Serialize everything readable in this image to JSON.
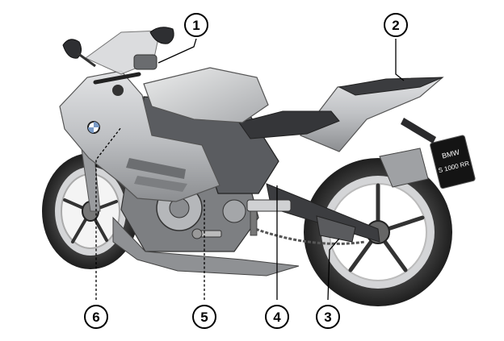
{
  "plate": {
    "line1": "BMW",
    "line2": "S 1000 RR"
  },
  "callouts": [
    {
      "label": "1",
      "ref": "left-handlebar-controls"
    },
    {
      "label": "2",
      "ref": "rear-seat"
    },
    {
      "label": "3",
      "ref": "chain-guard"
    },
    {
      "label": "4",
      "ref": "footrest"
    },
    {
      "label": "5",
      "ref": "gearshift-lever"
    },
    {
      "label": "6",
      "ref": "side-fairing"
    }
  ],
  "colors": {
    "body_light": "#c9cacc",
    "body_mid": "#a6a8ab",
    "body_dark": "#4a4b4e",
    "tire": "#2b2b2d",
    "plate": "#141414"
  }
}
